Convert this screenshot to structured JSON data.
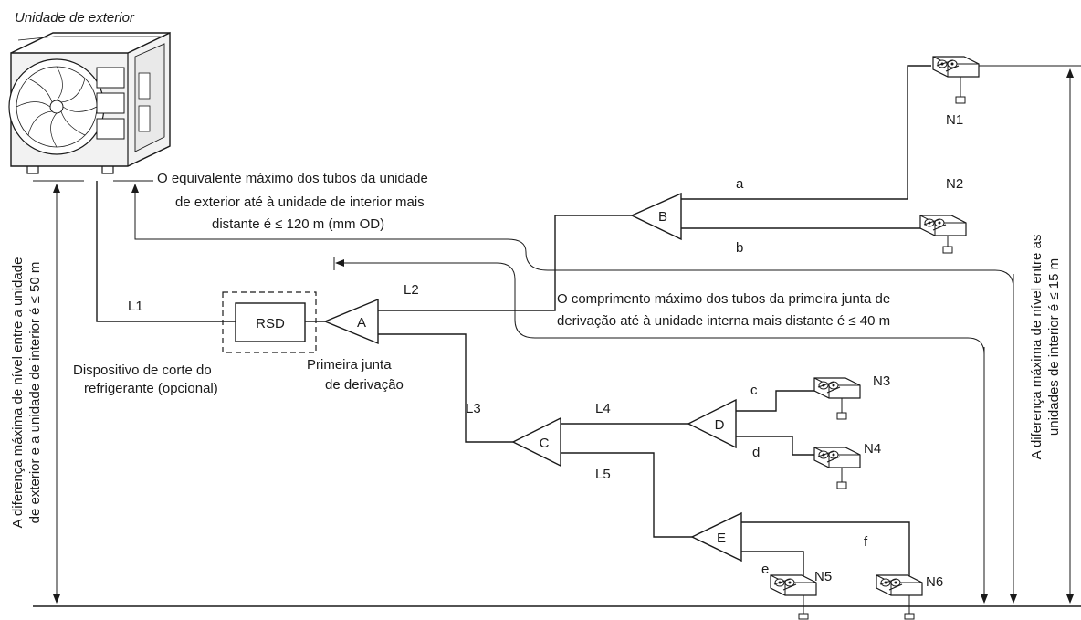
{
  "outdoor_unit": {
    "label": "Unidade de exterior"
  },
  "rsd": {
    "label": "RSD",
    "caption_line1": "Dispositivo de corte do",
    "caption_line2": "refrigerante (opcional)"
  },
  "first_branch": {
    "caption_line1": "Primeira junta",
    "caption_line2": "de derivação"
  },
  "joints": {
    "a": "A",
    "b": "B",
    "c": "C",
    "d": "D",
    "e": "E"
  },
  "pipes": {
    "l1": "L1",
    "l2": "L2",
    "l3": "L3",
    "l4": "L4",
    "l5": "L5",
    "a": "a",
    "b": "b",
    "c": "c",
    "d": "d",
    "e": "e",
    "f": "f"
  },
  "indoor_units": {
    "n1": "N1",
    "n2": "N2",
    "n3": "N3",
    "n4": "N4",
    "n5": "N5",
    "n6": "N6"
  },
  "notes": {
    "equivalent_line1": "O equivalente máximo dos tubos da unidade",
    "equivalent_line2": "de exterior até à unidade de interior mais",
    "equivalent_line3": "distante é ≤ 120 m (mm OD)",
    "branch_line1": "O comprimento máximo dos tubos da primeira junta de",
    "branch_line2": "derivação até à unidade interna mais distante é ≤ 40 m",
    "left_vertical_line1": "A diferença máxima de nível entre a unidade",
    "left_vertical_line2": "de exterior e a unidade de interior é ≤ 50 m",
    "right_vertical_line1": "A diferença máxima de nível entre as",
    "right_vertical_line2": "unidades de interior é ≤ 15 m"
  }
}
